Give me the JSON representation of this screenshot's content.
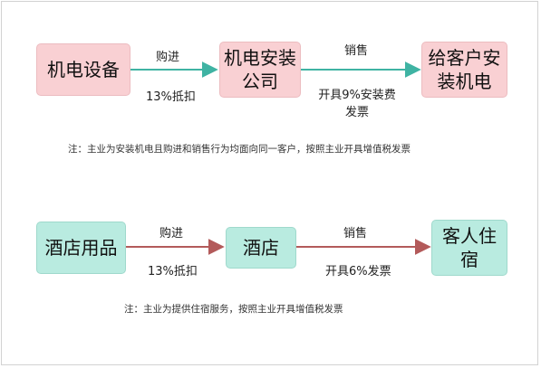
{
  "colors": {
    "row1_box": "#f9d0d3",
    "row1_arrow": "#3fb3a3",
    "row2_box": "#b9ebe0",
    "row2_arrow": "#b35a5a"
  },
  "row1": {
    "box1": "机电设备",
    "box2": "机电安装公司",
    "box3": "给客户安装机电",
    "arrow1_top": "购进",
    "arrow1_bottom": "13%抵扣",
    "arrow2_top": "销售",
    "arrow2_bottom": "开具9%安装费发票",
    "note": "注：主业为安装机电且购进和销售行为均面向同一客户，按照主业开具增值税发票"
  },
  "row2": {
    "box1": "酒店用品",
    "box2": "酒店",
    "box3": "客人住宿",
    "arrow1_top": "购进",
    "arrow1_bottom": "13%抵扣",
    "arrow2_top": "销售",
    "arrow2_bottom": "开具6%发票",
    "note": "注：主业为提供住宿服务，按照主业开具增值税发票"
  }
}
